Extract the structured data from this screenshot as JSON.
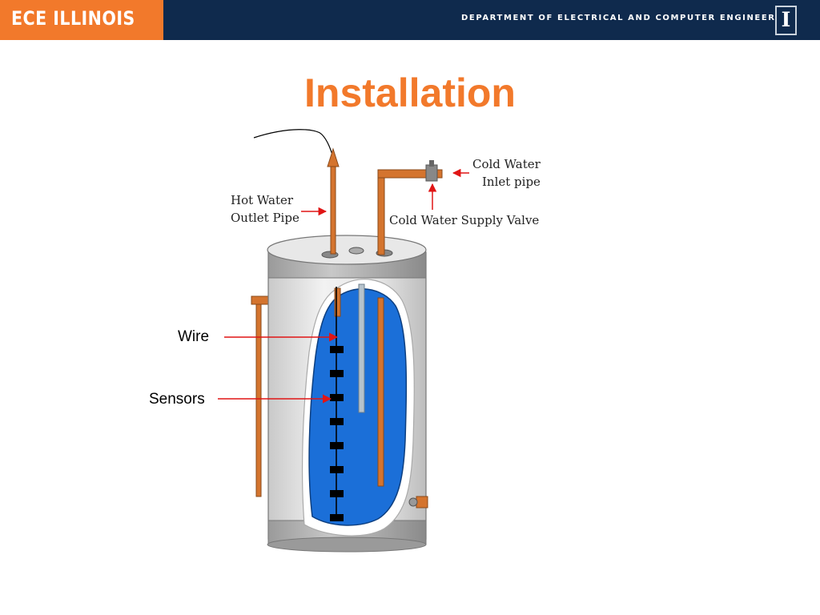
{
  "header": {
    "brand": "ECE ILLINOIS",
    "department": "DEPARTMENT OF ELECTRICAL AND COMPUTER ENGINEERING",
    "logo_glyph": "I",
    "brand_color": "#f2792b",
    "bar_color": "#0f2a4d"
  },
  "slide": {
    "title": "Installation"
  },
  "diagram": {
    "labels": {
      "hot_water_line1": "Hot Water",
      "hot_water_line2": "Outlet Pipe",
      "cold_inlet_line1": "Cold Water",
      "cold_inlet_line2": "Inlet pipe",
      "supply_valve": "Cold Water Supply Valve",
      "wire": "Wire",
      "sensors": "Sensors"
    },
    "sensor_count": 8,
    "colors": {
      "water": "#1b6fd8",
      "pipe": "#d4742e",
      "arrow": "#e01515",
      "sensor": "#000000"
    }
  }
}
